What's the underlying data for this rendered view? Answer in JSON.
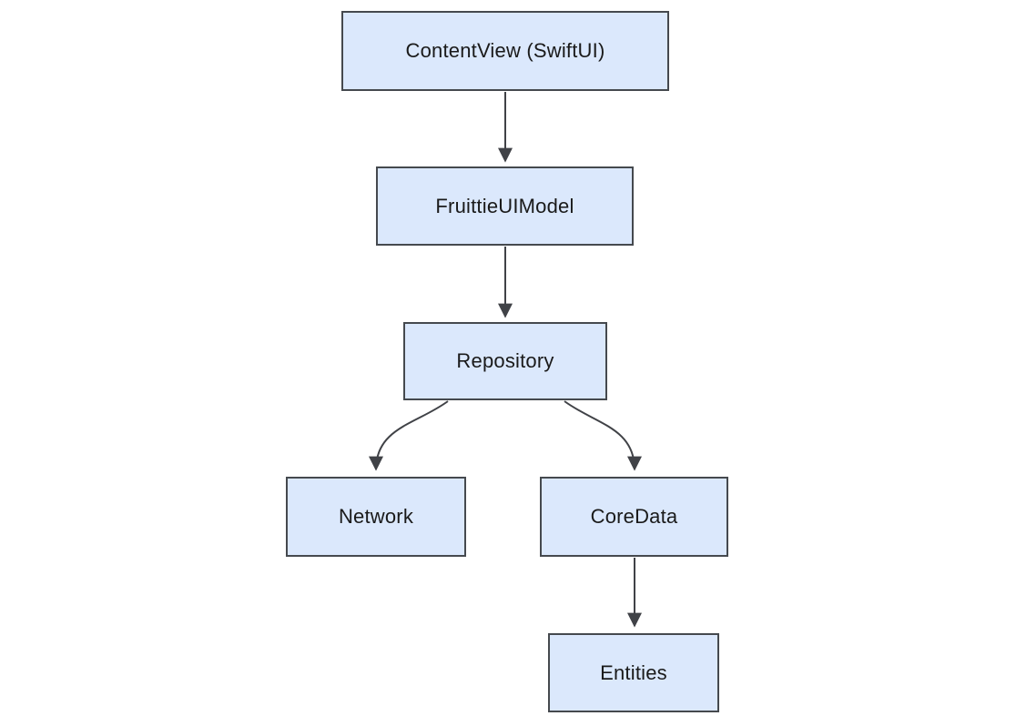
{
  "diagram": {
    "type": "flowchart-top-down",
    "nodes": [
      {
        "id": "contentview",
        "label": "ContentView (SwiftUI)"
      },
      {
        "id": "fruittieuimodel",
        "label": "FruittieUIModel"
      },
      {
        "id": "repository",
        "label": "Repository"
      },
      {
        "id": "network",
        "label": "Network"
      },
      {
        "id": "coredata",
        "label": "CoreData"
      },
      {
        "id": "entities",
        "label": "Entities"
      }
    ],
    "edges": [
      {
        "from": "contentview",
        "to": "fruittieuimodel",
        "style": "arrow"
      },
      {
        "from": "fruittieuimodel",
        "to": "repository",
        "style": "arrow"
      },
      {
        "from": "repository",
        "to": "network",
        "style": "arrow"
      },
      {
        "from": "repository",
        "to": "coredata",
        "style": "arrow"
      },
      {
        "from": "coredata",
        "to": "entities",
        "style": "arrow"
      }
    ],
    "colors": {
      "node_fill": "#dbe8fc",
      "node_border": "#45494e",
      "edge_stroke": "#404247",
      "text": "#1a1a1a",
      "background": "#ffffff"
    }
  }
}
